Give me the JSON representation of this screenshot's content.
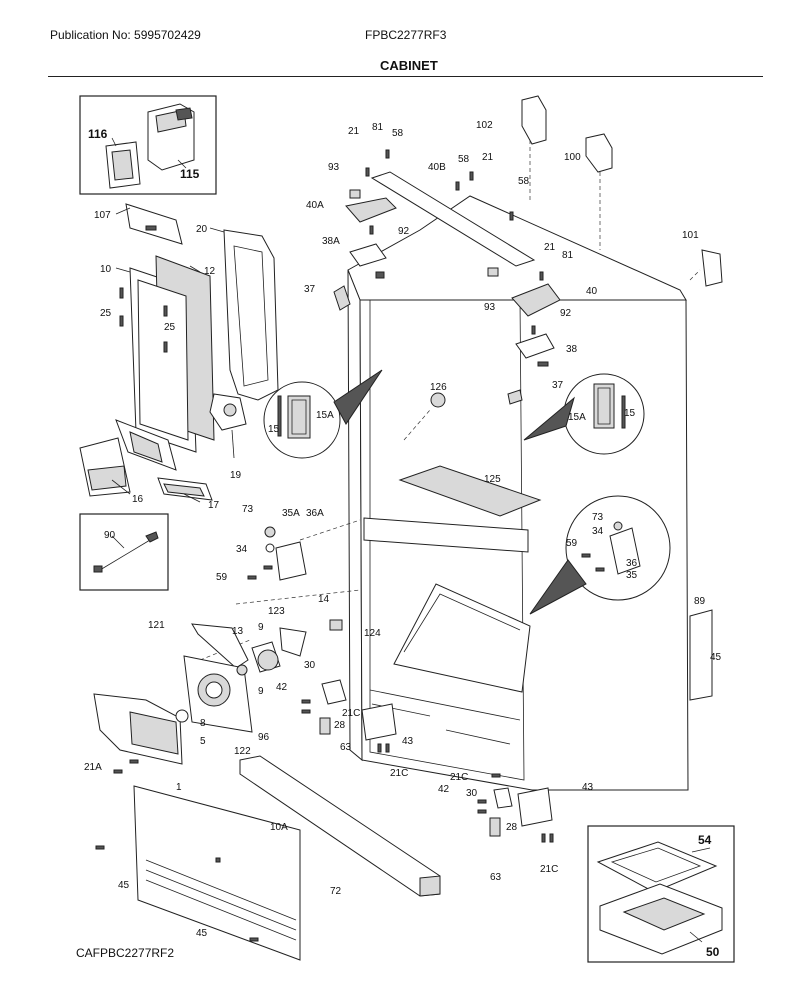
{
  "header": {
    "publication": "Publication No: 5995702429",
    "model": "FPBC2277RF3",
    "section": "CABINET"
  },
  "footer": {
    "code": "CAFPBC2277RF2"
  },
  "callouts": [
    {
      "id": "c116",
      "text": "116",
      "big": true
    },
    {
      "id": "c115",
      "text": "115",
      "big": true
    },
    {
      "id": "c107",
      "text": "107"
    },
    {
      "id": "c20",
      "text": "20"
    },
    {
      "id": "c10",
      "text": "10"
    },
    {
      "id": "c12",
      "text": "12"
    },
    {
      "id": "c25a",
      "text": "25"
    },
    {
      "id": "c25b",
      "text": "25"
    },
    {
      "id": "c19",
      "text": "19"
    },
    {
      "id": "c16",
      "text": "16"
    },
    {
      "id": "c17",
      "text": "17"
    },
    {
      "id": "c90",
      "text": "90"
    },
    {
      "id": "c21a",
      "text": "21"
    },
    {
      "id": "c81a",
      "text": "81"
    },
    {
      "id": "c58a",
      "text": "58"
    },
    {
      "id": "c93a",
      "text": "93"
    },
    {
      "id": "c40B",
      "text": "40B"
    },
    {
      "id": "c58b",
      "text": "58"
    },
    {
      "id": "c21b",
      "text": "21"
    },
    {
      "id": "c40A",
      "text": "40A"
    },
    {
      "id": "c92a",
      "text": "92"
    },
    {
      "id": "c38A",
      "text": "38A"
    },
    {
      "id": "c58c",
      "text": "58"
    },
    {
      "id": "c102",
      "text": "102"
    },
    {
      "id": "c100",
      "text": "100"
    },
    {
      "id": "c101",
      "text": "101"
    },
    {
      "id": "c21c",
      "text": "21"
    },
    {
      "id": "c81b",
      "text": "81"
    },
    {
      "id": "c93b",
      "text": "93"
    },
    {
      "id": "c40",
      "text": "40"
    },
    {
      "id": "c92b",
      "text": "92"
    },
    {
      "id": "c38",
      "text": "38"
    },
    {
      "id": "c37a",
      "text": "37"
    },
    {
      "id": "c37b",
      "text": "37"
    },
    {
      "id": "c126",
      "text": "126"
    },
    {
      "id": "c15a",
      "text": "15"
    },
    {
      "id": "c15Aa",
      "text": "15A"
    },
    {
      "id": "c15Ab",
      "text": "15A"
    },
    {
      "id": "c15b",
      "text": "15"
    },
    {
      "id": "c125",
      "text": "125"
    },
    {
      "id": "c73a",
      "text": "73"
    },
    {
      "id": "c35A",
      "text": "35A"
    },
    {
      "id": "c36A",
      "text": "36A"
    },
    {
      "id": "c34a",
      "text": "34"
    },
    {
      "id": "c59a",
      "text": "59"
    },
    {
      "id": "c73b",
      "text": "73"
    },
    {
      "id": "c34b",
      "text": "34"
    },
    {
      "id": "c59b",
      "text": "59"
    },
    {
      "id": "c36",
      "text": "36"
    },
    {
      "id": "c35",
      "text": "35"
    },
    {
      "id": "c14",
      "text": "14"
    },
    {
      "id": "c123",
      "text": "123"
    },
    {
      "id": "c121",
      "text": "121"
    },
    {
      "id": "c13",
      "text": "13"
    },
    {
      "id": "c9a",
      "text": "9"
    },
    {
      "id": "c9b",
      "text": "9"
    },
    {
      "id": "c124",
      "text": "124"
    },
    {
      "id": "c89",
      "text": "89"
    },
    {
      "id": "c45a",
      "text": "45"
    },
    {
      "id": "c30a",
      "text": "30"
    },
    {
      "id": "c42a",
      "text": "42"
    },
    {
      "id": "c21Ca",
      "text": "21C"
    },
    {
      "id": "c28a",
      "text": "28"
    },
    {
      "id": "c63a",
      "text": "63"
    },
    {
      "id": "c43a",
      "text": "43"
    },
    {
      "id": "c21Cb",
      "text": "21C"
    },
    {
      "id": "c8",
      "text": "8"
    },
    {
      "id": "c5",
      "text": "5"
    },
    {
      "id": "c122",
      "text": "122"
    },
    {
      "id": "c96",
      "text": "96"
    },
    {
      "id": "c21A",
      "text": "21A"
    },
    {
      "id": "c1",
      "text": "1"
    },
    {
      "id": "c21Cc",
      "text": "21C"
    },
    {
      "id": "c43b",
      "text": "43"
    },
    {
      "id": "c42b",
      "text": "42"
    },
    {
      "id": "c30b",
      "text": "30"
    },
    {
      "id": "c28b",
      "text": "28"
    },
    {
      "id": "c63b",
      "text": "63"
    },
    {
      "id": "c21Cd",
      "text": "21C"
    },
    {
      "id": "c10A",
      "text": "10A"
    },
    {
      "id": "c72",
      "text": "72"
    },
    {
      "id": "c45b",
      "text": "45"
    },
    {
      "id": "c45c",
      "text": "45"
    },
    {
      "id": "c54",
      "text": "54",
      "big": true
    },
    {
      "id": "c50",
      "text": "50",
      "big": true
    }
  ]
}
